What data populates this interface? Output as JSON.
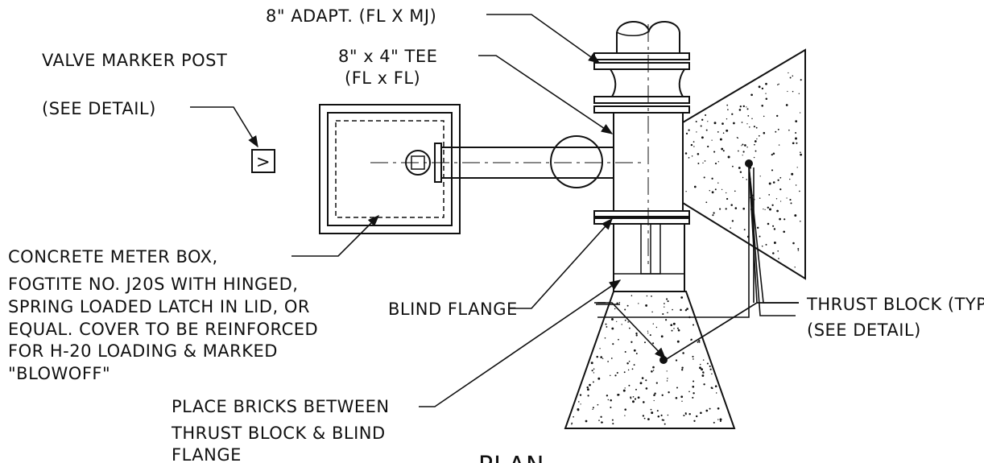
{
  "labels": {
    "adapter": "8\" ADAPT. (FL X MJ)",
    "valve_marker_line1": "VALVE MARKER POST",
    "valve_marker_line2": "(SEE DETAIL)",
    "tee_line1": "8\" x 4\" TEE",
    "tee_line2": "(FL x FL)",
    "marker_symbol": ">",
    "meter_box_lines": [
      "CONCRETE METER BOX,",
      "FOGTITE NO. J20S WITH HINGED,",
      "SPRING LOADED LATCH IN LID, OR",
      "EQUAL. COVER TO BE REINFORCED",
      "FOR H-20 LOADING & MARKED",
      "\"BLOWOFF\""
    ],
    "blind_flange": "BLIND FLANGE",
    "thrust_block_line1": "THRUST BLOCK (TYP)",
    "thrust_block_line2": "(SEE DETAIL)",
    "bricks_lines": [
      "PLACE BRICKS BETWEEN",
      "THRUST BLOCK & BLIND",
      "FLANGE"
    ],
    "view_title": "PLAN"
  },
  "colors": {
    "ink": "#111111",
    "paper": "#ffffff"
  }
}
